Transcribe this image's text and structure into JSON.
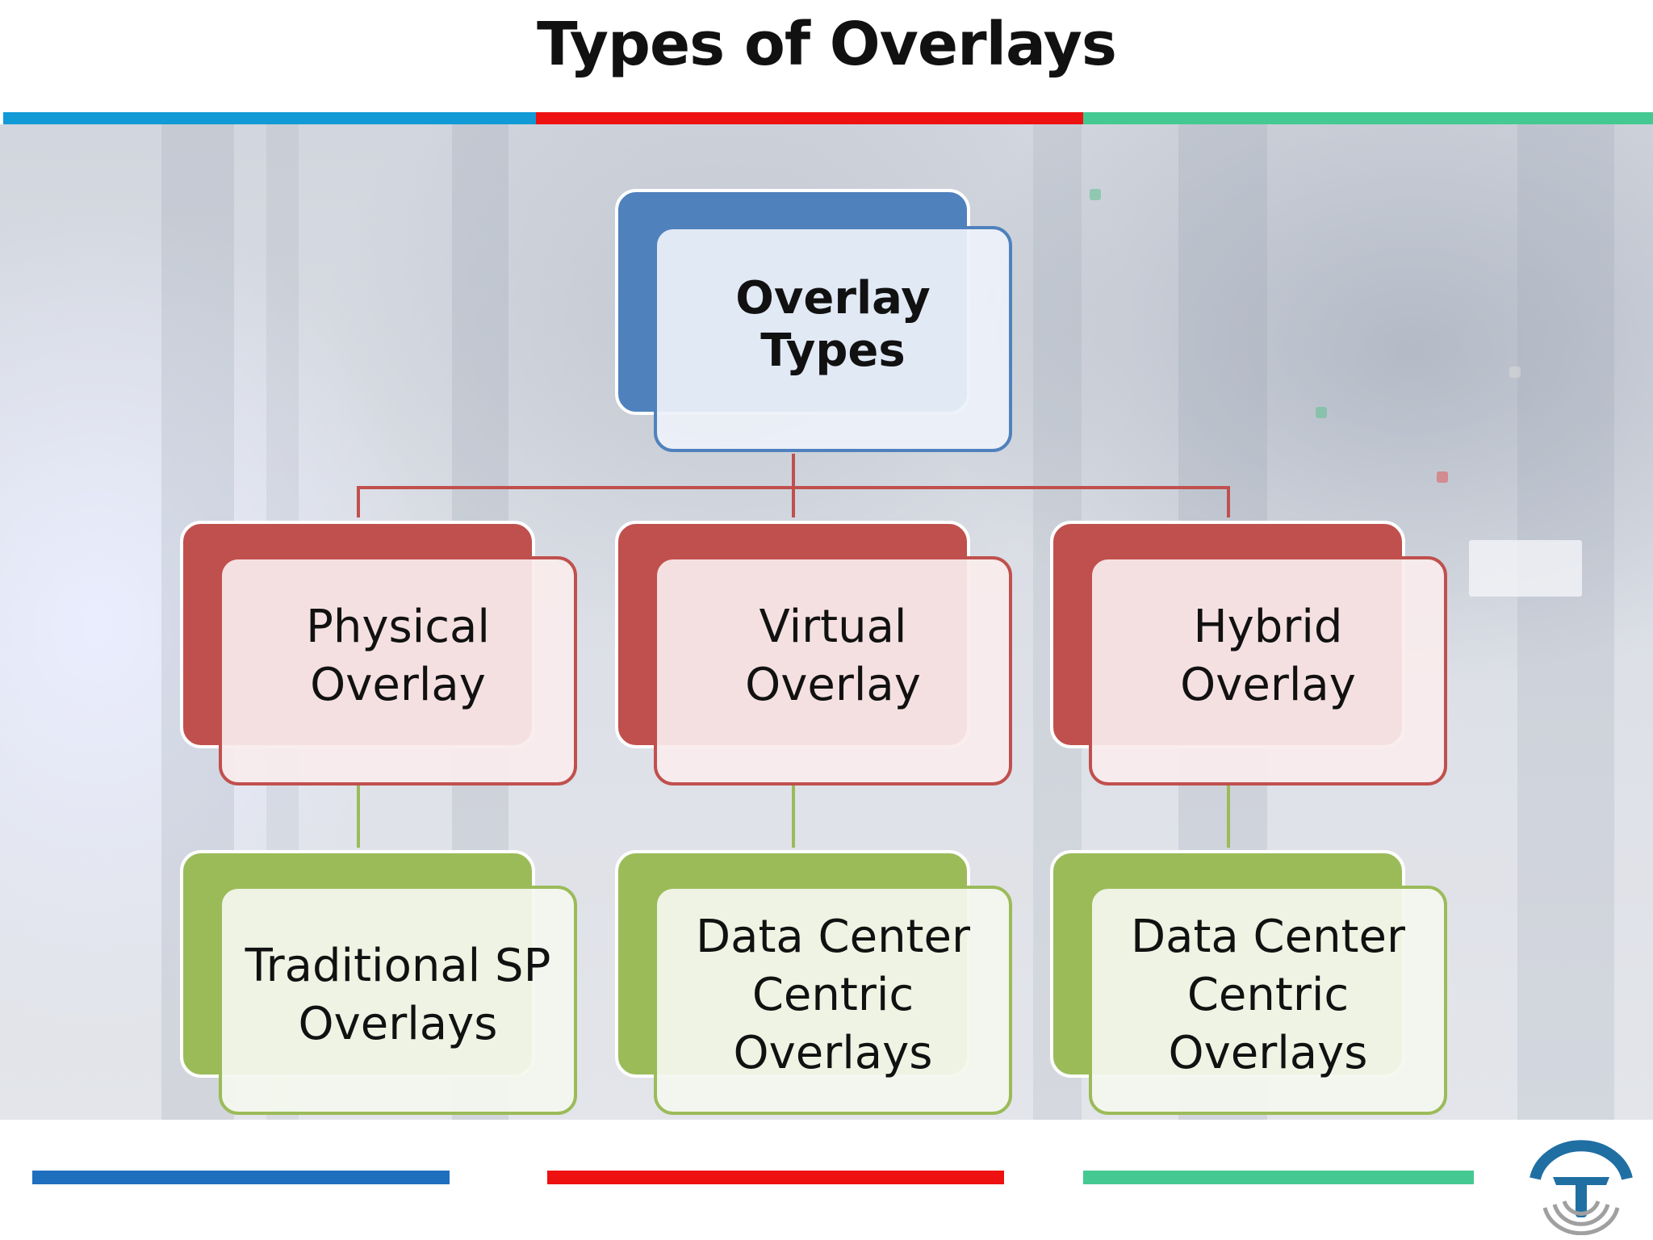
{
  "title": "Types of Overlays",
  "colors": {
    "blue_accent": "#119ad6",
    "red_accent": "#ee1111",
    "green_accent": "#45c992",
    "bottom_blue": "#1f6fbf",
    "root_blue": "#4f81bd",
    "category_red": "#c0504d",
    "leaf_green": "#9bbb59",
    "logo_blue": "#1f6fa3",
    "logo_gray": "#a0a0a0"
  },
  "hierarchy": {
    "root": {
      "label": "Overlay Types"
    },
    "categories": [
      {
        "label": "Physical\nOverlay",
        "child": "Traditional SP\nOverlays"
      },
      {
        "label": "Virtual\nOverlay",
        "child": "Data Center\nCentric\nOverlays"
      },
      {
        "label": "Hybrid\nOverlay",
        "child": "Data Center\nCentric\nOverlays"
      }
    ]
  },
  "logo": {
    "icon": "signal-logo-icon"
  }
}
